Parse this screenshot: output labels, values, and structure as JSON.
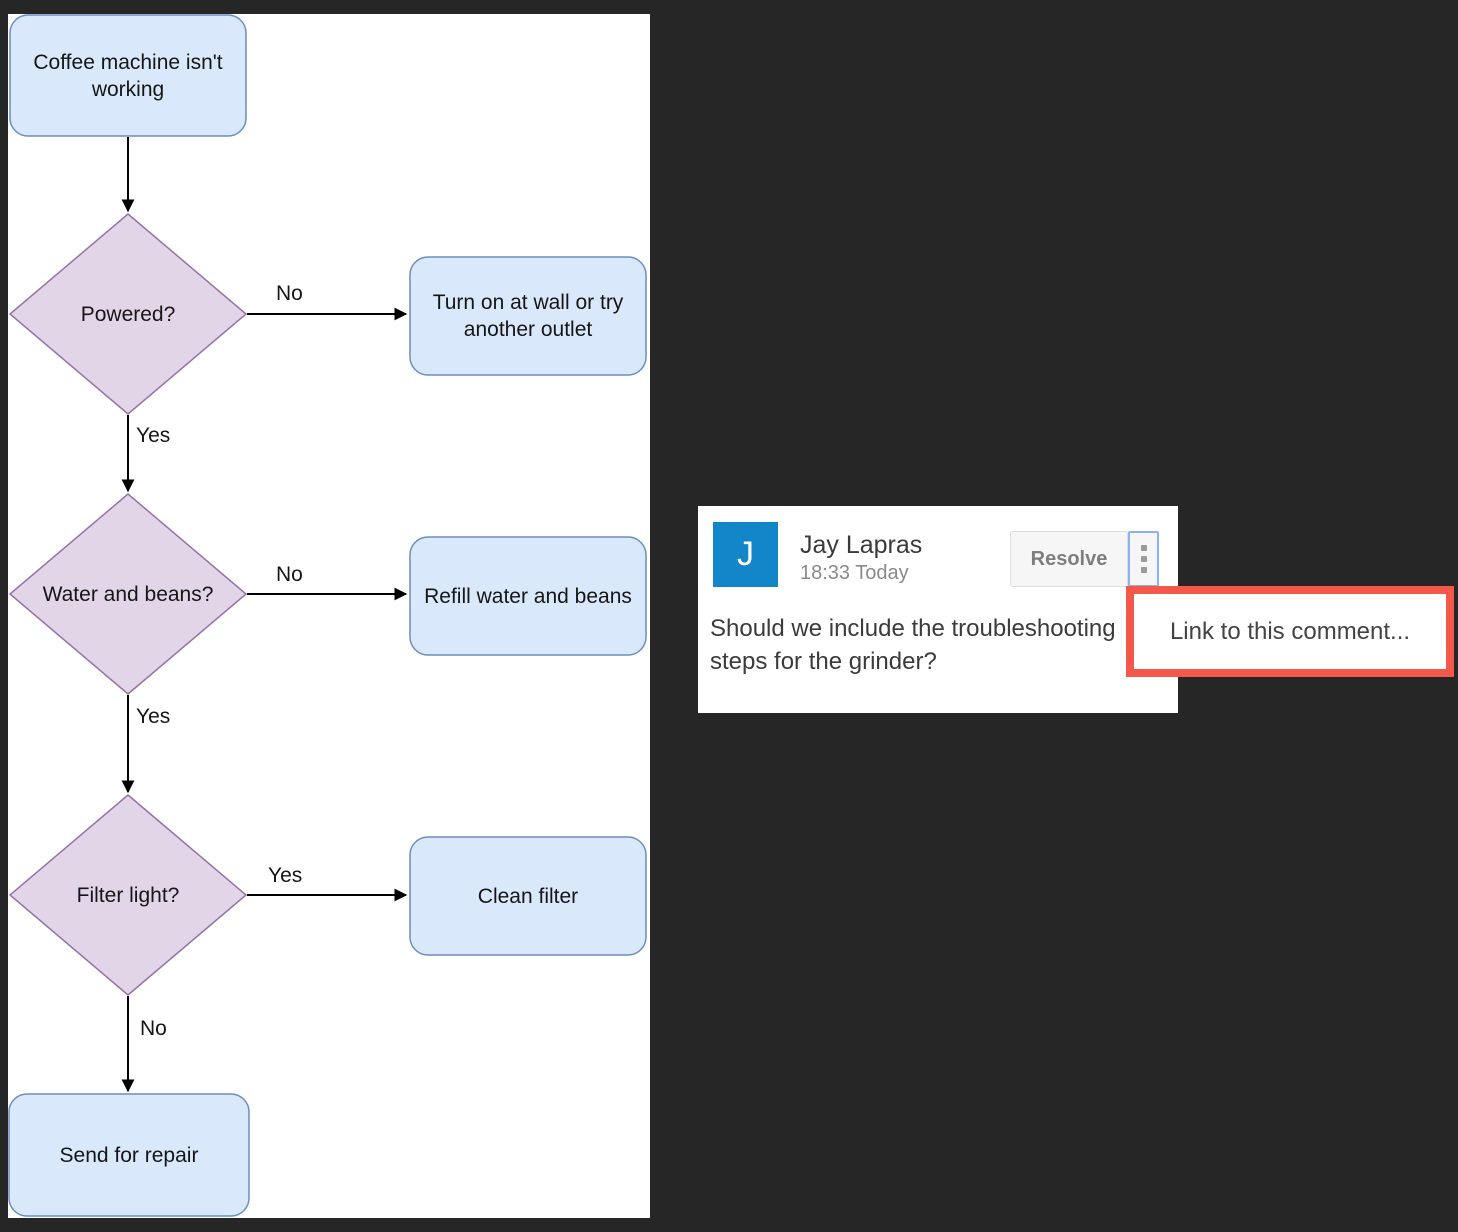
{
  "page": {
    "background_color": "#262626",
    "canvas_color": "#ffffff"
  },
  "flowchart": {
    "styles": {
      "process_fill": "#dae8fc",
      "process_stroke": "#6c8ebf",
      "decision_fill": "#e1d5e7",
      "decision_stroke": "#9673a6",
      "connector_color": "#000000"
    },
    "nodes": {
      "start": "Coffee machine isn't working",
      "powered": "Powered?",
      "turn_on": "Turn on at wall or try another outlet",
      "water_beans": "Water and beans?",
      "refill": "Refill water and beans",
      "filter_light": "Filter light?",
      "clean_filter": "Clean filter",
      "send_repair": "Send for repair"
    },
    "edge_labels": {
      "powered_no": "No",
      "powered_yes": "Yes",
      "water_no": "No",
      "water_yes": "Yes",
      "filter_yes": "Yes",
      "filter_no": "No"
    }
  },
  "comment": {
    "avatar_letter": "J",
    "avatar_color": "#1286c9",
    "author": "Jay Lapras",
    "timestamp": "18:33 Today",
    "resolve_label": "Resolve",
    "menu_icon": "kebab-vertical-dots-icon",
    "body": "Should we include the troubleshooting steps for the grinder?"
  },
  "context_menu": {
    "items": [
      "Link to this comment..."
    ],
    "highlight_color": "#f4584a"
  }
}
